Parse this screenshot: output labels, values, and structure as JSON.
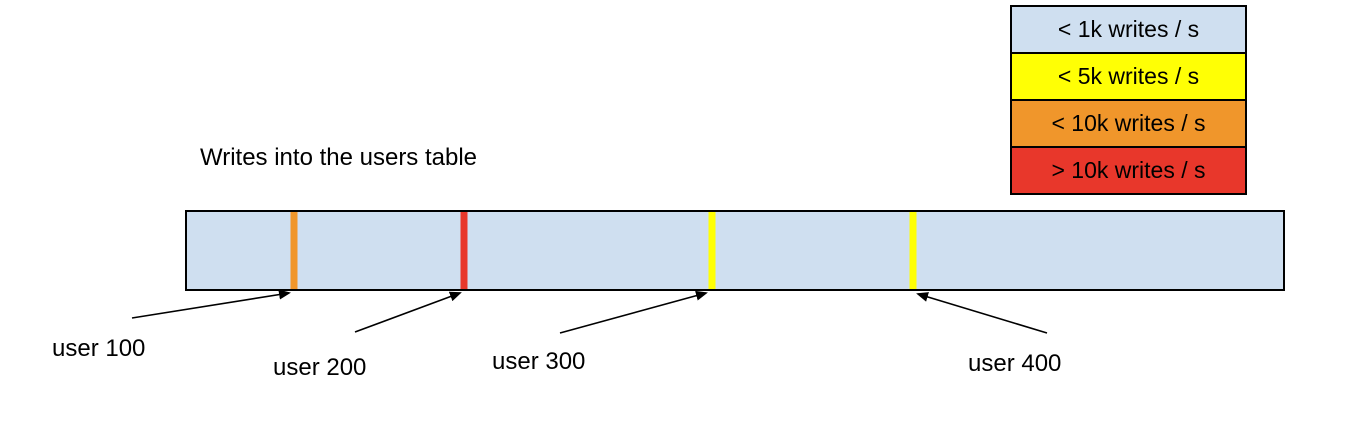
{
  "title": "Writes into the users table",
  "legend": {
    "items": [
      {
        "label": "< 1k writes / s",
        "color": "#cfdff0"
      },
      {
        "label": "< 5k writes / s",
        "color": "#ffff05"
      },
      {
        "label": "< 10k writes / s",
        "color": "#f0962b"
      },
      {
        "label": "> 10k writes / s",
        "color": "#e8372b"
      }
    ]
  },
  "bar": {
    "fill": "#cfdff0",
    "border_color": "#000000",
    "markers": [
      {
        "label": "user 100",
        "rate": "< 10k writes / s",
        "color": "#f0962b",
        "x_frac": 0.098
      },
      {
        "label": "user 200",
        "rate": "> 10k writes / s",
        "color": "#e8372b",
        "x_frac": 0.253
      },
      {
        "label": "user 300",
        "rate": "< 5k writes / s",
        "color": "#ffff05",
        "x_frac": 0.479
      },
      {
        "label": "user 400",
        "rate": "< 5k writes / s",
        "color": "#ffff05",
        "x_frac": 0.662
      }
    ]
  }
}
